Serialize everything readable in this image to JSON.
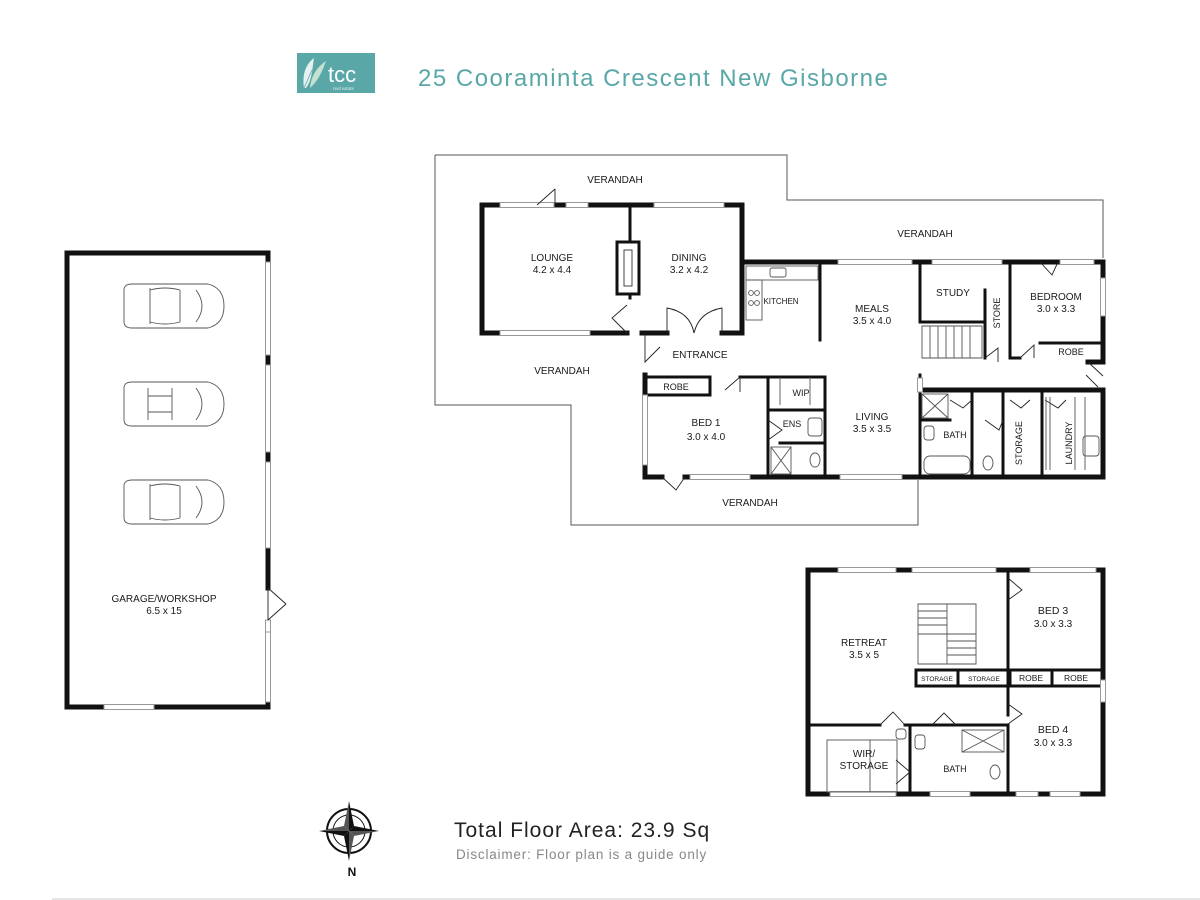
{
  "header": {
    "logo_text": "tcc",
    "logo_subtext": "real estate",
    "title": "25 Cooraminta Crescent New Gisborne"
  },
  "garage": {
    "name": "GARAGE/WORKSHOP",
    "dims": "6.5 x 15"
  },
  "ground": {
    "verandah_top": "VERANDAH",
    "verandah_right": "VERANDAH",
    "verandah_left": "VERANDAH",
    "verandah_bottom": "VERANDAH",
    "lounge": {
      "name": "LOUNGE",
      "dims": "4.2 x 4.4"
    },
    "dining": {
      "name": "DINING",
      "dims": "3.2 x 4.2"
    },
    "kitchen": "KITCHEN",
    "meals": {
      "name": "MEALS",
      "dims": "3.5 x 4.0"
    },
    "study": "STUDY",
    "store": "STORE",
    "bedroom": {
      "name": "BEDROOM",
      "dims": "3.0 x 3.3"
    },
    "robe": "ROBE",
    "entrance": "ENTRANCE",
    "robe_bed1": "ROBE",
    "wip": "WIP",
    "bed1": {
      "name": "BED 1",
      "dims": "3.0 x 4.0"
    },
    "ens": "ENS",
    "living": {
      "name": "LIVING",
      "dims": "3.5 x 3.5"
    },
    "bath": "BATH",
    "storage": "STORAGE",
    "laundry": "LAUNDRY"
  },
  "upper": {
    "retreat": {
      "name": "RETREAT",
      "dims": "3.5 x 5"
    },
    "bed3": {
      "name": "BED 3",
      "dims": "3.0 x 3.3"
    },
    "bed4": {
      "name": "BED 4",
      "dims": "3.0 x 3.3"
    },
    "storage_1": "STORAGE",
    "storage_2": "STORAGE",
    "robe_1": "ROBE",
    "robe_2": "ROBE",
    "wir": [
      "WIR/",
      "STORAGE"
    ],
    "bath": "BATH"
  },
  "compass": {
    "north": "N"
  },
  "footer": {
    "total": "Total Floor Area: 23.9 Sq",
    "disclaimer": "Disclaimer: Floor plan is a guide only"
  },
  "colors": {
    "brand": "#5aa7a8",
    "wall": "#111111"
  }
}
